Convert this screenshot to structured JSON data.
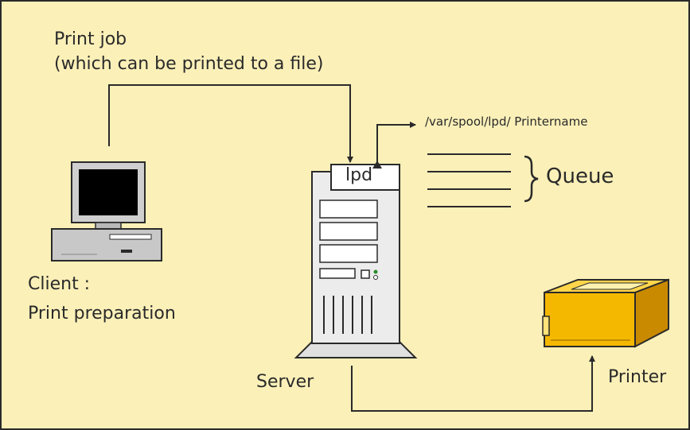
{
  "colors": {
    "background": "#fbf0b8",
    "line": "#2a2a2a",
    "monitor_screen": "#000000",
    "computer_body": "#c8c8c8",
    "server_body": "#ececec",
    "printer_body": "#f5b800",
    "printer_shade": "#c98a00",
    "lpd_box": "#ffffff"
  },
  "labels": {
    "print_job_line1": "Print job",
    "print_job_line2": "(which can be printed to a file)",
    "spool_path": "/var/spool/lpd/ Printername",
    "lpd": "lpd",
    "queue": "Queue",
    "client_line1": "Client :",
    "client_line2": "Print preparation",
    "server": "Server",
    "printer": "Printer"
  },
  "icons": {
    "client": "desktop-computer-icon",
    "server": "server-tower-icon",
    "printer": "printer-icon"
  }
}
